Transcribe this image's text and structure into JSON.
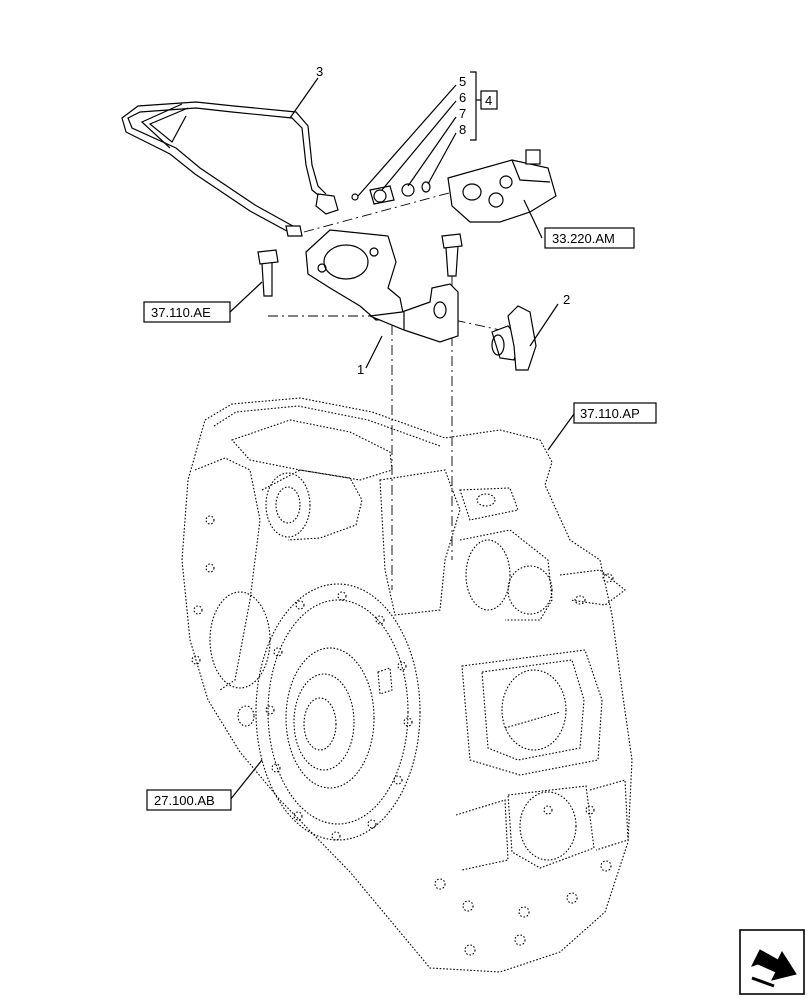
{
  "callouts": {
    "c1": "1",
    "c2": "2",
    "c3": "3",
    "c4": "4",
    "c5": "5",
    "c6": "6",
    "c7": "7",
    "c8": "8"
  },
  "references": {
    "r_33_220_am": "33.220.AM",
    "r_37_110_ae": "37.110.AE",
    "r_37_110_ap": "37.110.AP",
    "r_27_100_ab": "27.100.AB"
  },
  "icons": {
    "corner": "next-page-arrow-icon"
  }
}
